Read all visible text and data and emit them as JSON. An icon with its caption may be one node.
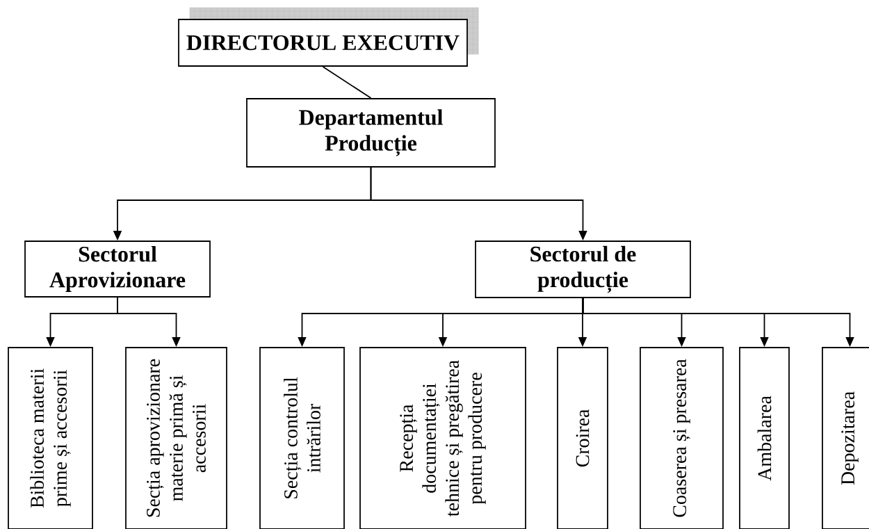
{
  "diagram": {
    "nodes": [
      {
        "text": [
          "DIRECTORUL EXECUTIV"
        ]
      },
      {
        "text": [
          "Departamentul Producție"
        ]
      },
      {
        "text": [
          "Sectorul Aprovizionare"
        ]
      },
      {
        "text": [
          "Sectorul de producție"
        ]
      },
      {
        "text": [
          "Biblioteca materii prime și accesorii"
        ]
      },
      {
        "text": [
          "Secția aprovizionare materie primă și accesorii"
        ]
      },
      {
        "text": [
          "Secția controlul intrărilor"
        ]
      },
      {
        "text": [
          "Recepția documentației tehnice și pregătirea pentru producere"
        ]
      },
      {
        "text": [
          "Croirea"
        ]
      },
      {
        "text": [
          "Coaserea și presarea"
        ]
      },
      {
        "text": [
          "Ambalarea"
        ]
      },
      {
        "text": [
          "Depozitarea"
        ]
      }
    ],
    "edges": [
      {
        "from": 0,
        "to": 1,
        "arrow": "none"
      },
      {
        "from": 1,
        "to": 2,
        "arrow": "to"
      },
      {
        "from": 1,
        "to": 3,
        "arrow": "to"
      },
      {
        "from": 2,
        "to": 4,
        "arrow": "to"
      },
      {
        "from": 2,
        "to": 5,
        "arrow": "to"
      },
      {
        "from": 3,
        "to": 6,
        "arrow": "to"
      },
      {
        "from": 3,
        "to": 7,
        "arrow": "to"
      },
      {
        "from": 3,
        "to": 8,
        "arrow": "to"
      },
      {
        "from": 3,
        "to": 9,
        "arrow": "to"
      },
      {
        "from": 3,
        "to": 10,
        "arrow": "to"
      },
      {
        "from": 3,
        "to": 11,
        "arrow": "to"
      }
    ]
  }
}
